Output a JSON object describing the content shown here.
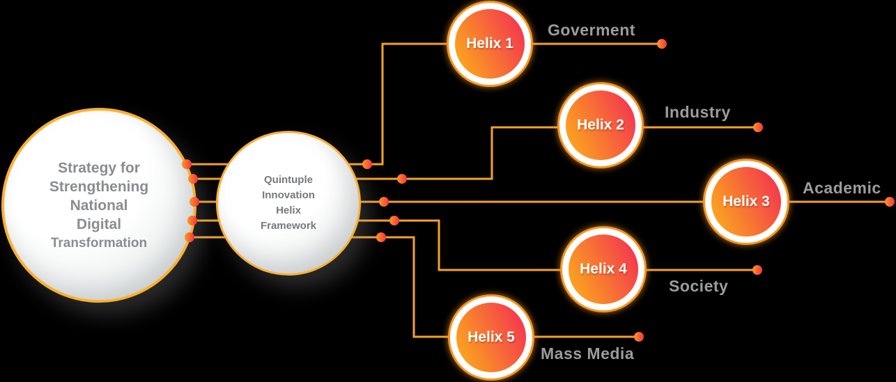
{
  "root_circle": {
    "lines": [
      "Strategy for",
      "Strengthening",
      "National",
      "Digital",
      "Transformation"
    ]
  },
  "hub_circle": {
    "lines": [
      "Quintuple",
      "Innovation",
      "Helix",
      "Framework"
    ]
  },
  "helix_nodes": [
    {
      "label": "Helix 1",
      "category": "Goverment"
    },
    {
      "label": "Helix 2",
      "category": "Industry"
    },
    {
      "label": "Helix 3",
      "category": "Academic"
    },
    {
      "label": "Helix 4",
      "category": "Society"
    },
    {
      "label": "Helix 5",
      "category": "Mass Media"
    }
  ],
  "colors": {
    "background": "#000000",
    "line": "#F5A227",
    "ring_gold": "#FBB032",
    "helix_ring": "#F8951F",
    "helix_gradient_start": "#FBA81D",
    "helix_gradient_end": "#F4384E",
    "dot_start": "#F99A1C",
    "dot_end": "#FA3147",
    "category_text": "#9C9C9C",
    "circle_text": "#8A8C8F"
  }
}
